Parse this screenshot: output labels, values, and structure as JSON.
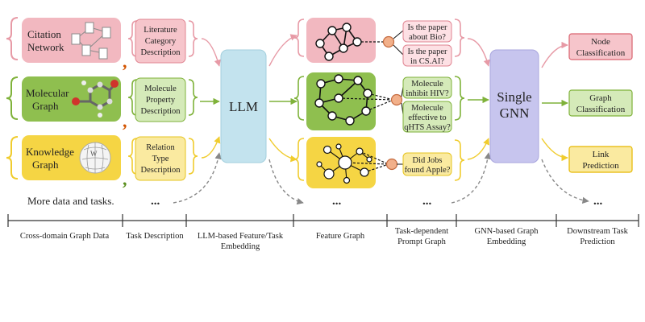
{
  "colors": {
    "pink": "#f2b8c0",
    "pink_stroke": "#d9636f",
    "green": "#8fbf4f",
    "green_stroke": "#5f9a2a",
    "yellow": "#f5d544",
    "yellow_stroke": "#e6b800",
    "llm": "#c3e3ee",
    "gnn": "#c7c5ee",
    "pred_pink": "#f6c5cb",
    "pred_green": "#d5eab9",
    "pred_yellow": "#faeaa0"
  },
  "sources": [
    {
      "label": [
        "Citation",
        "Network"
      ],
      "icon": "citation-network-icon"
    },
    {
      "label": [
        "Molecular",
        "Graph"
      ],
      "icon": "molecule-icon"
    },
    {
      "label": [
        "Knowledge",
        "Graph"
      ],
      "icon": "wikipedia-globe-icon"
    }
  ],
  "more_data": "More data and tasks.",
  "descriptions": [
    [
      "Literature",
      "Category",
      "Description"
    ],
    [
      "Molecule",
      "Property",
      "Description"
    ],
    [
      "Relation",
      "Type",
      "Description"
    ]
  ],
  "llm_label": "LLM",
  "gnn_label": [
    "Single",
    "GNN"
  ],
  "prompts": [
    [
      "Is the paper",
      "about Bio?"
    ],
    [
      "Is the paper",
      "in CS.AI?"
    ],
    [
      "Molecule",
      "inhibit HIV?"
    ],
    [
      "Molecule",
      "effective to",
      "qHTS Assay?"
    ],
    [
      "Did Jobs",
      "found Apple?"
    ]
  ],
  "predictions": [
    [
      "Node",
      "Classification"
    ],
    [
      "Graph",
      "Classification"
    ],
    [
      "Link",
      "Prediction"
    ]
  ],
  "ellipsis": "...",
  "stages": [
    [
      "Cross-domain Graph Data"
    ],
    [
      "Task Description"
    ],
    [
      "LLM-based Feature/Task",
      "Embedding"
    ],
    [
      "Feature Graph"
    ],
    [
      "Task-dependent",
      "Prompt Graph"
    ],
    [
      "GNN-based Graph",
      "Embedding"
    ],
    [
      "Downstream Task",
      "Prediction"
    ]
  ]
}
